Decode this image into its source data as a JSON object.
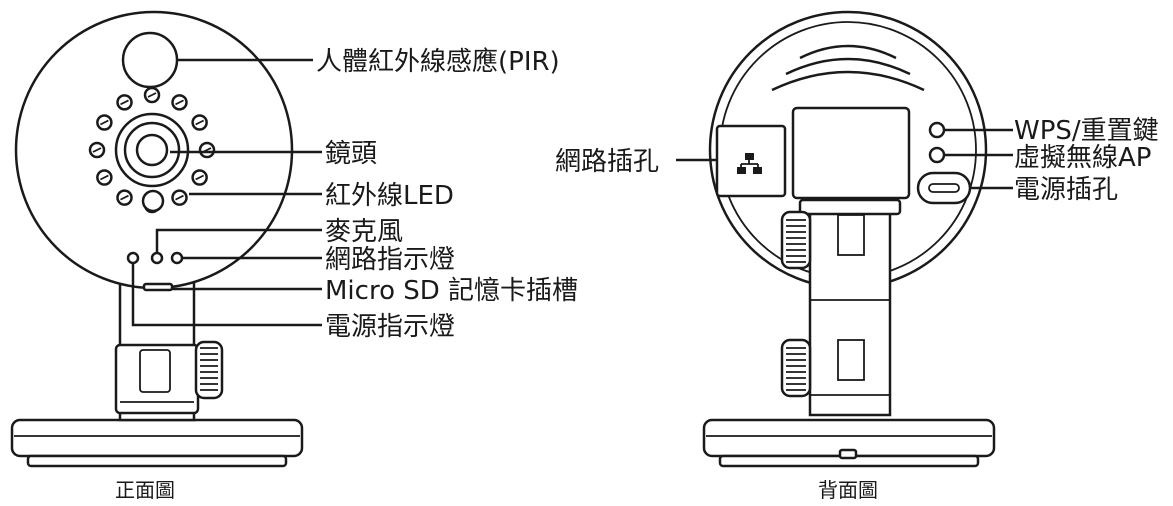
{
  "front": {
    "caption": "正面圖",
    "labels": {
      "pir": "人體紅外線感應(PIR)",
      "lens": "鏡頭",
      "ir_led": "紅外線LED",
      "mic": "麥克風",
      "network_indicator": "網路指示燈",
      "sd_slot": "Micro SD 記憶卡插槽",
      "power_indicator": "電源指示燈"
    }
  },
  "back": {
    "caption": "背面圖",
    "labels": {
      "wps_reset": "WPS/重置鍵",
      "virtual_ap": "虛擬無線AP",
      "power_jack": "電源插孔",
      "network_jack": "網路插孔"
    }
  }
}
